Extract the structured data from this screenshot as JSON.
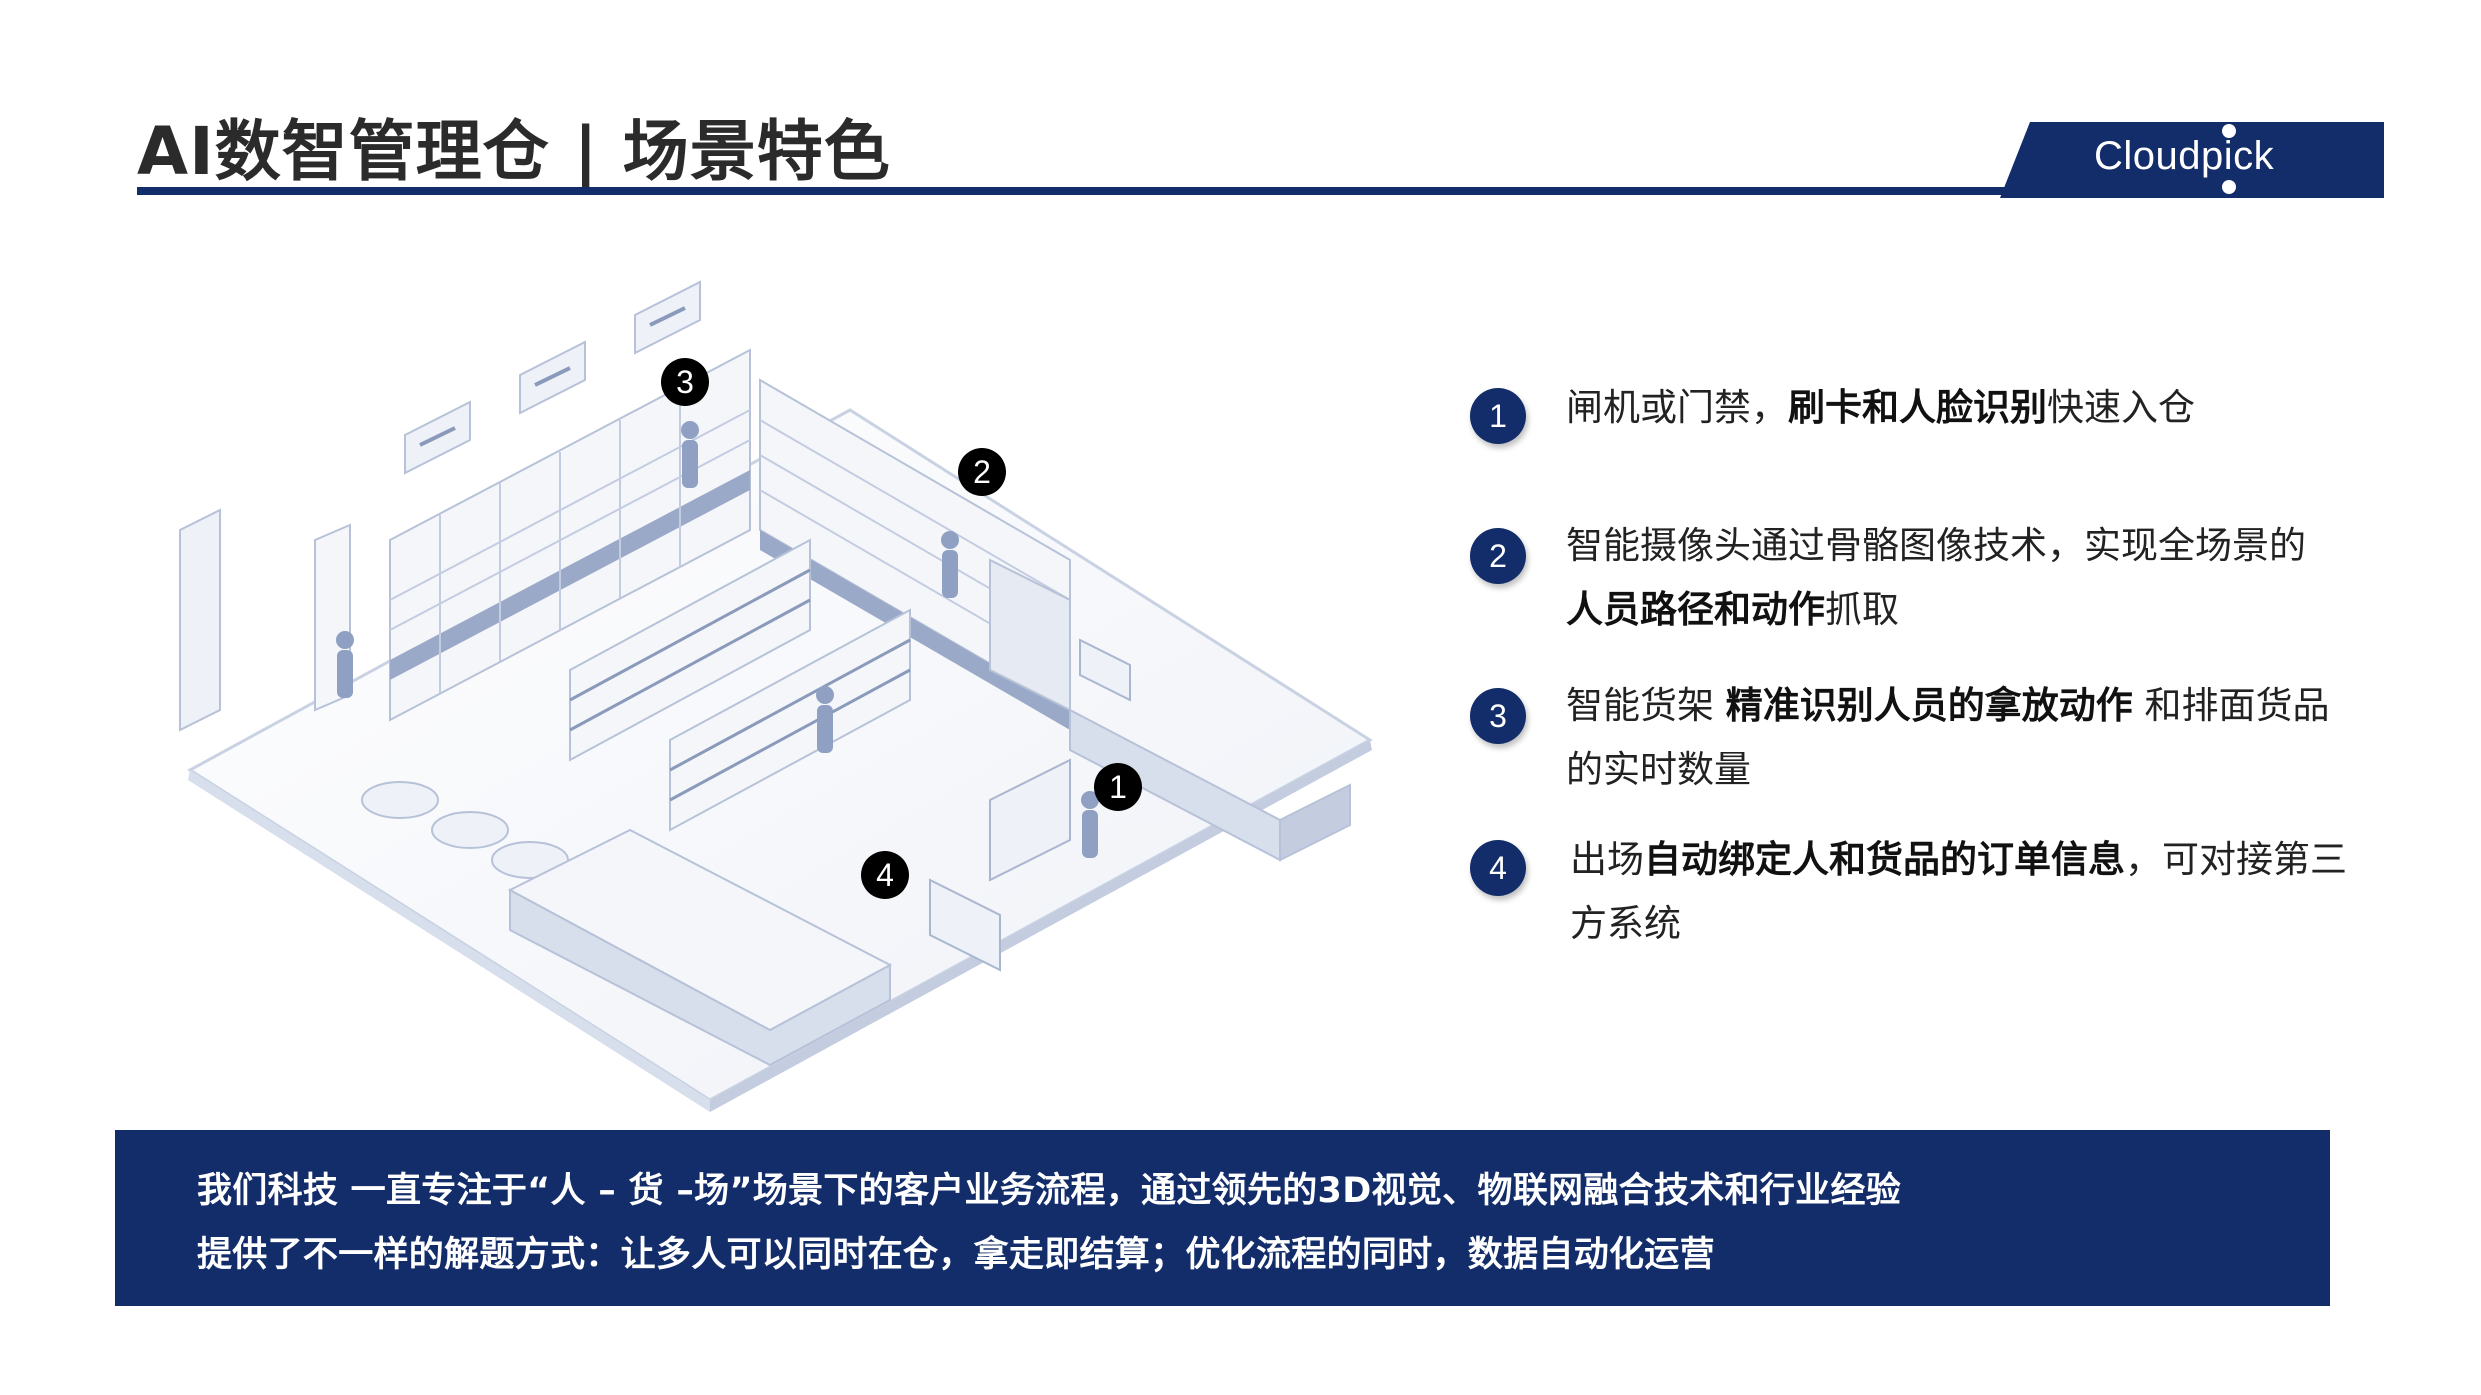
{
  "header": {
    "title": "AI数智管理仓 | 场景特色",
    "logo_text": "Cloudpick",
    "brand_color": "#132c6a"
  },
  "scene": {
    "markers": [
      {
        "label": "1"
      },
      {
        "label": "2"
      },
      {
        "label": "3"
      },
      {
        "label": "4"
      }
    ]
  },
  "features": [
    {
      "number": "1",
      "parts": [
        {
          "text": "闸机或门禁，",
          "bold": false
        },
        {
          "text": "刷卡和人脸识别",
          "bold": true
        },
        {
          "text": "快速入仓",
          "bold": false
        }
      ]
    },
    {
      "number": "2",
      "parts": [
        {
          "text": "智能摄像头通过骨骼图像技术，实现全场景的",
          "bold": false
        },
        {
          "text": "人员路径和动作",
          "bold": true
        },
        {
          "text": "抓取",
          "bold": false
        }
      ]
    },
    {
      "number": "3",
      "parts": [
        {
          "text": "智能货架 ",
          "bold": false
        },
        {
          "text": "精准识别人员的拿放动作",
          "bold": true
        },
        {
          "text": " 和排面货品的实时数量",
          "bold": false
        }
      ]
    },
    {
      "number": "4",
      "parts": [
        {
          "text": "出场",
          "bold": false
        },
        {
          "text": "自动绑定人和货品的订单信息",
          "bold": true
        },
        {
          "text": "，可对接第三方系统",
          "bold": false
        }
      ]
    }
  ],
  "footer": {
    "line1": "我们科技 一直专注于“人 – 货 –场”场景下的客户业务流程，通过领先的3D视觉、物联网融合技术和行业经验",
    "line2": "提供了不一样的解题方式：让多人可以同时在仓，拿走即结算；优化流程的同时，数据自动化运营"
  }
}
